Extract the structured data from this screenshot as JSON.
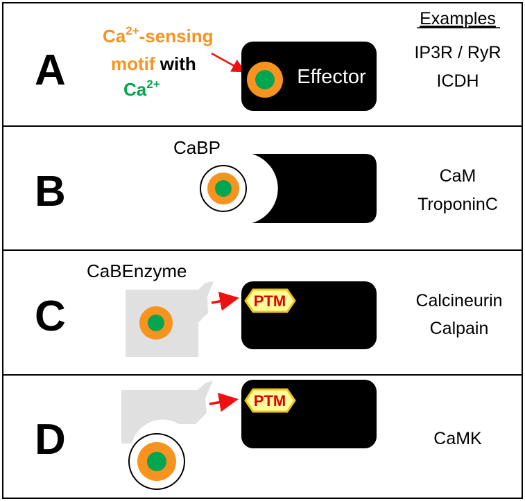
{
  "header": {
    "examples_title": "Examples"
  },
  "legend": {
    "line1_colored": "Ca",
    "line1_sup": "2+",
    "line1_rest": "-sensing",
    "line2_colored": "motif",
    "line2_rest": " with",
    "line3_colored": "Ca",
    "line3_sup": "2+"
  },
  "panels": [
    {
      "letter": "A",
      "box_label": "Effector",
      "label": "",
      "examples": [
        "IP3R / RyR",
        "ICDH"
      ]
    },
    {
      "letter": "B",
      "label": "CaBP",
      "examples": [
        "CaM",
        "TroponinC"
      ]
    },
    {
      "letter": "C",
      "label": "CaBEnzyme",
      "ptm": "PTM",
      "examples": [
        "Calcineurin",
        "Calpain"
      ]
    },
    {
      "letter": "D",
      "label": "",
      "ptm": "PTM",
      "examples": [
        "CaMK"
      ]
    }
  ],
  "colors": {
    "orange": "#f7931e",
    "green": "#00a651",
    "ptm_fill": "#ffff99",
    "ptm_stroke": "#f0c419",
    "ptm_text": "#e00000",
    "arrow": "#ee1111",
    "enzyme_gray": "#e0e0e0",
    "effector": "#000000"
  }
}
